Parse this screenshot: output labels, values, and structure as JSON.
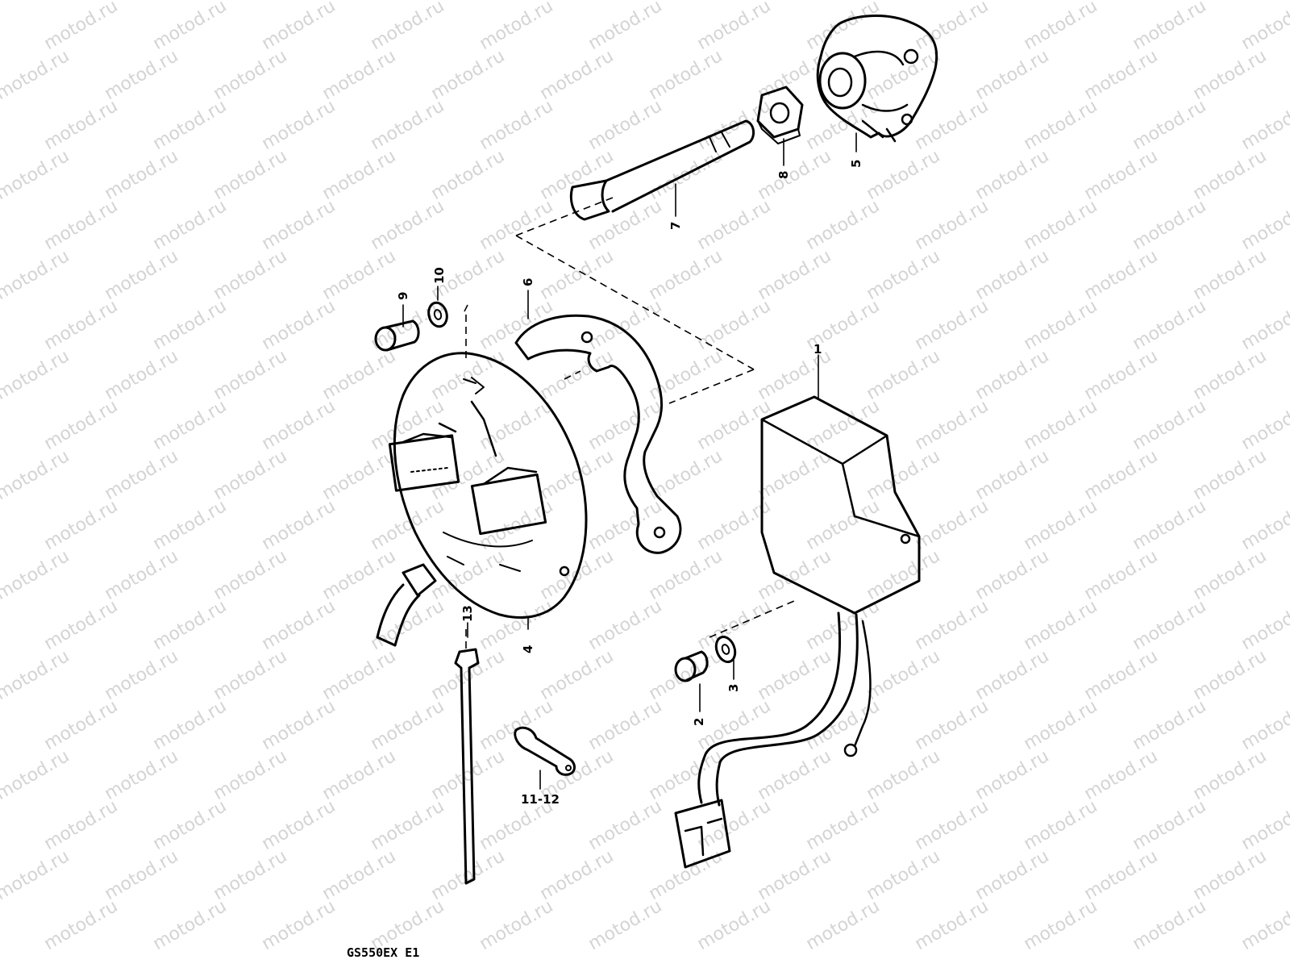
{
  "watermark": {
    "text": "motod.ru"
  },
  "callouts": [
    {
      "id": "1",
      "label": "1"
    },
    {
      "id": "2",
      "label": "2"
    },
    {
      "id": "3",
      "label": "3"
    },
    {
      "id": "4",
      "label": "4"
    },
    {
      "id": "5",
      "label": "5"
    },
    {
      "id": "6",
      "label": "6"
    },
    {
      "id": "7",
      "label": "7"
    },
    {
      "id": "8",
      "label": "8"
    },
    {
      "id": "9",
      "label": "9"
    },
    {
      "id": "10",
      "label": "10"
    },
    {
      "id": "11-12",
      "label": "11-12"
    },
    {
      "id": "13",
      "label": "13"
    }
  ],
  "diagram_code": "GS550EX E1"
}
